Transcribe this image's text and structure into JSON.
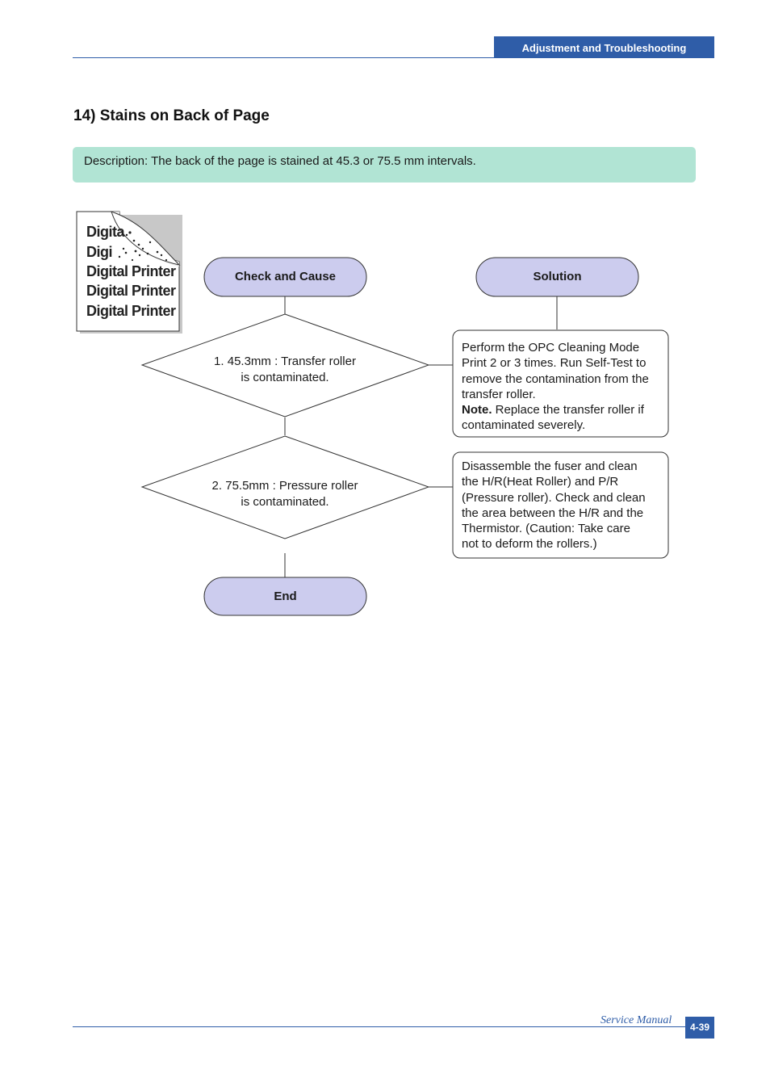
{
  "header": {
    "section": "Adjustment and Troubleshooting"
  },
  "title": "14) Stains on Back of Page",
  "description": "Description: The back of the page is stained at 45.3 or 75.5 mm intervals.",
  "illustration": {
    "lines": [
      "Digita",
      "Digi",
      "Digital Printer",
      "Digital Printer",
      "Digital Printer"
    ]
  },
  "flowchart": {
    "cause_header": "Check and Cause",
    "solution_header": "Solution",
    "end": "End",
    "causes": [
      {
        "line1": "1. 45.3mm : Transfer roller",
        "line2": "is contaminated."
      },
      {
        "line1": "2. 75.5mm : Pressure roller",
        "line2": "is contaminated."
      }
    ],
    "solutions": [
      {
        "lines": [
          "Perform the OPC Cleaning Mode",
          "Print 2 or 3 times. Run Self-Test to",
          "remove the contamination from the",
          "transfer roller."
        ],
        "note_label": "Note.",
        "note_text": " Replace the transfer roller if",
        "note_line2": "contaminated severely."
      },
      {
        "lines": [
          "Disassemble the fuser and clean",
          "the H/R(Heat Roller) and P/R",
          "(Pressure roller). Check and clean",
          "the area between the H/R and the",
          "Thermistor. (Caution: Take care",
          "not to deform the rollers.)"
        ]
      }
    ]
  },
  "footer": {
    "manual": "Service Manual",
    "page": "4-39"
  },
  "colors": {
    "accent": "#2f5da8",
    "description_bg": "#b1e4d4",
    "pill_fill": "#ccccee"
  }
}
